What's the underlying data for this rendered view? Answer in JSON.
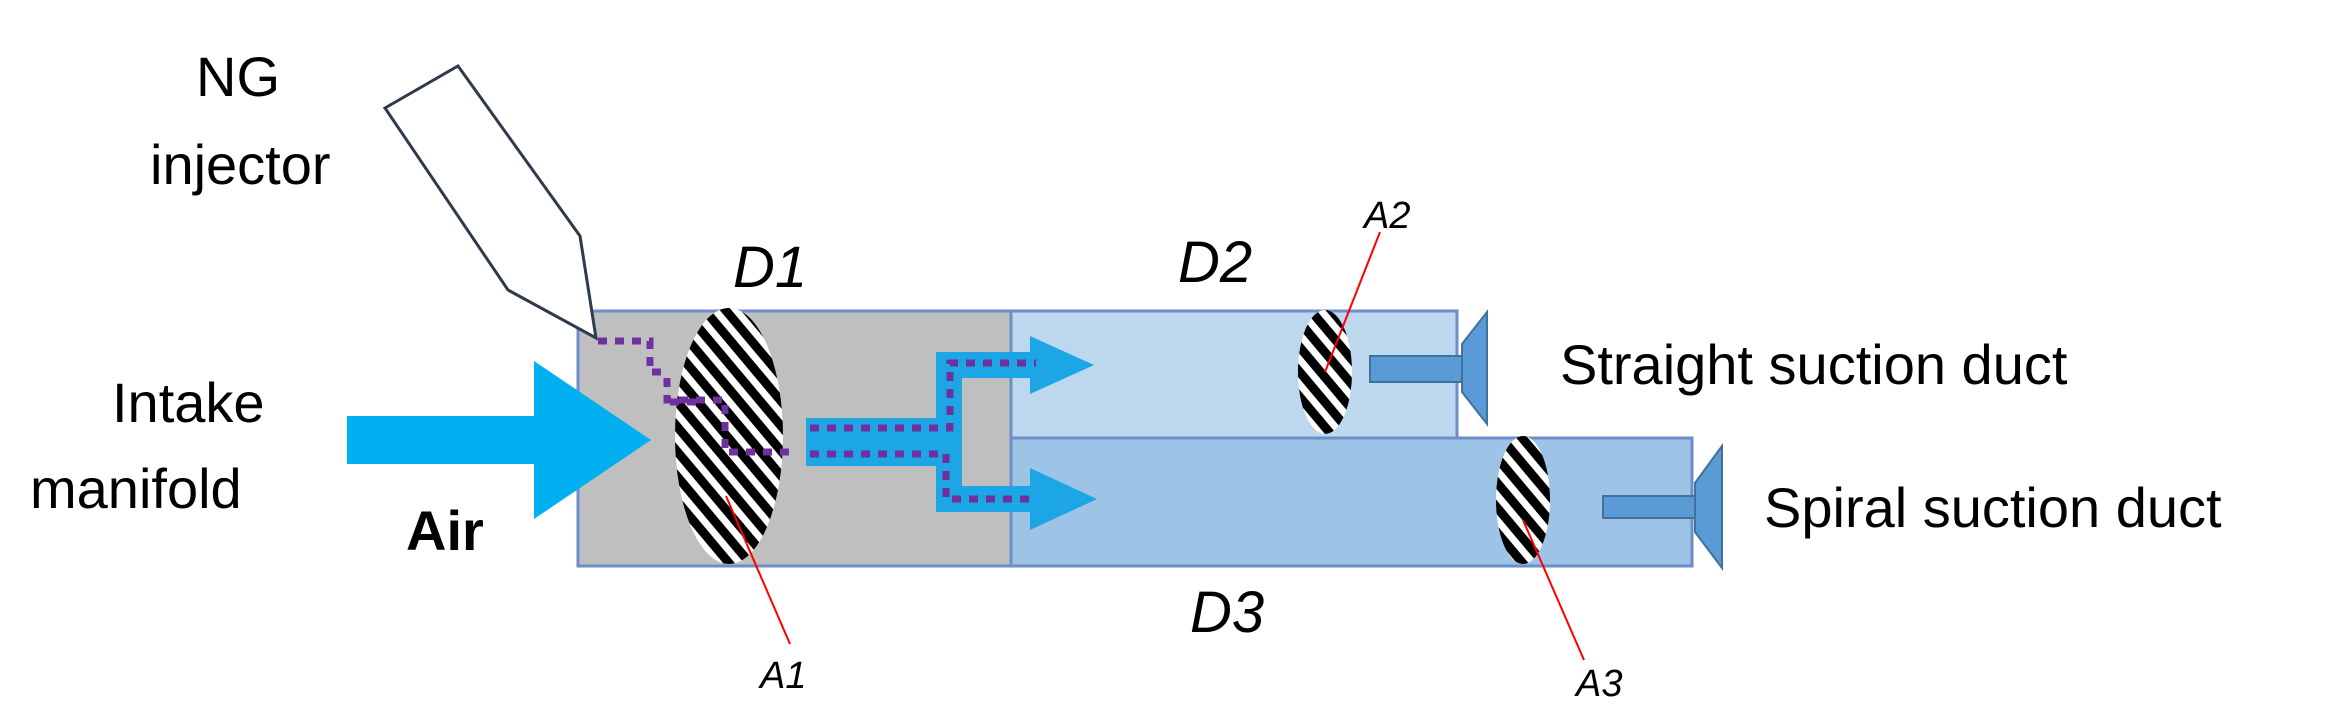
{
  "labels": {
    "ng_line1": "NG",
    "ng_line2": "injector",
    "intake_line1": "Intake",
    "intake_line2": "manifold",
    "air": "Air",
    "d1": "D1",
    "d2": "D2",
    "d3": "D3",
    "a1": "A1",
    "a2": "A2",
    "a3": "A3",
    "straight_duct": "Straight suction duct",
    "spiral_duct": "Spiral suction duct"
  },
  "colors": {
    "chamber_fill": "#bfbfbf",
    "chamber_stroke": "#6d8ec6",
    "duct_straight_fill": "#bdd7ee",
    "duct_spiral_fill": "#9dc3e6",
    "air_arrow": "#00b0f0",
    "flow_arrow": "#1ca6e6",
    "ng_path": "#7030a0",
    "port": "#5b9bd5",
    "leader_line": "#ff0000",
    "injector_stroke": "#2f3a4a"
  }
}
